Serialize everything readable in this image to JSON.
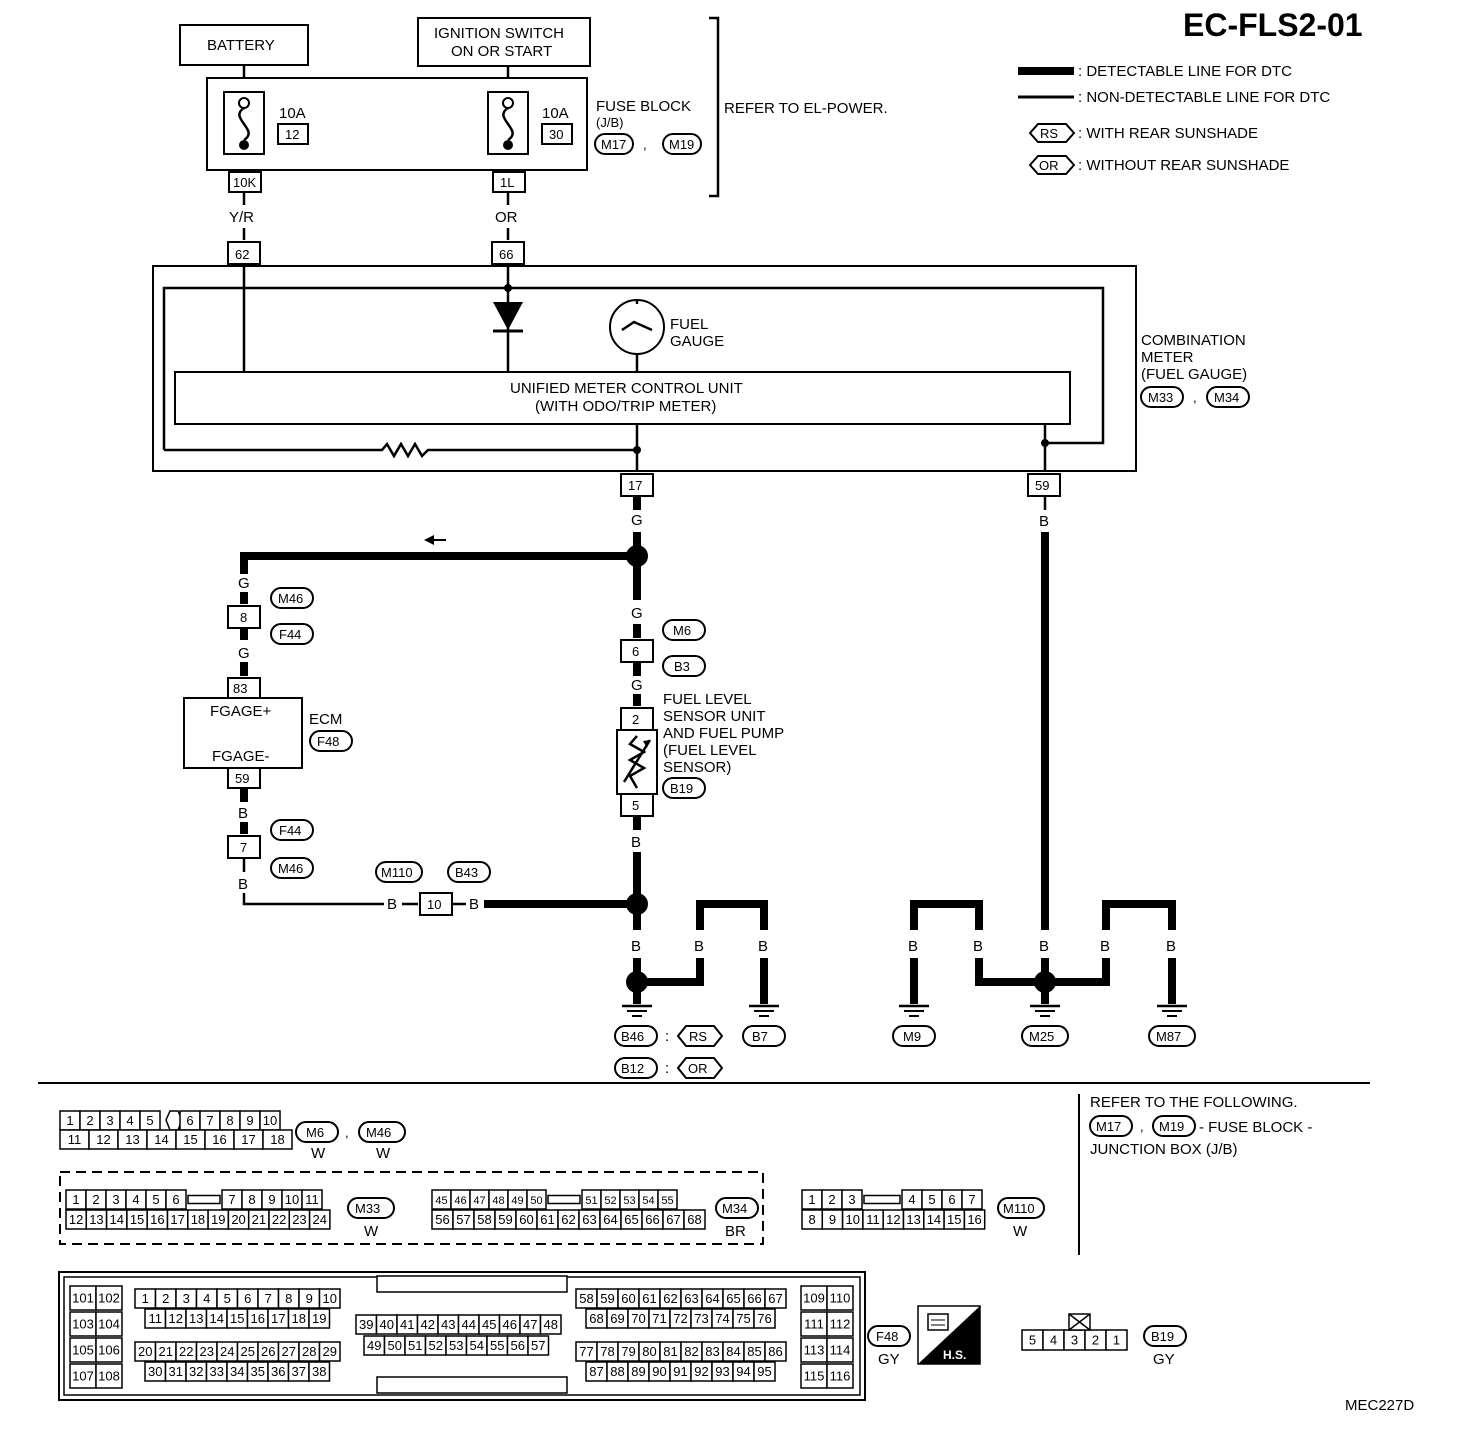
{
  "title": "EC-FLS2-01",
  "figure_id": "MEC227D",
  "legend": {
    "detectable": ": DETECTABLE LINE FOR DTC",
    "non_detectable": ": NON-DETECTABLE LINE FOR DTC",
    "rs_tag": "RS",
    "rs_text": ": WITH REAR SUNSHADE",
    "or_tag": "OR",
    "or_text": ": WITHOUT REAR SUNSHADE"
  },
  "power": {
    "battery": "BATTERY",
    "ign_line1": "IGNITION SWITCH",
    "ign_line2": "ON OR START",
    "fuse1_amp": "10A",
    "fuse1_no": "12",
    "fuse2_amp": "10A",
    "fuse2_no": "30",
    "fuse_block_l1": "FUSE BLOCK",
    "fuse_block_l2": "(J/B)",
    "fb_conn1": "M17",
    "fb_conn2": "M19",
    "refer": "REFER TO EL-POWER.",
    "fb_pin1": "10K",
    "fb_pin2": "1L",
    "wire1": "Y/R",
    "wire2": "OR"
  },
  "meter": {
    "pin_62": "62",
    "pin_66": "66",
    "gauge_l1": "FUEL",
    "gauge_l2": "GAUGE",
    "unit_l1": "UNIFIED METER CONTROL UNIT",
    "unit_l2": "(WITH ODO/TRIP METER)",
    "label_l1": "COMBINATION",
    "label_l2": "METER",
    "label_l3": "(FUEL GAUGE)",
    "conn1": "M33",
    "conn2": "M34",
    "pin_17": "17",
    "pin_59": "59"
  },
  "wires": {
    "g": "G",
    "b": "B"
  },
  "ecm": {
    "j1_top": "M46",
    "j1_pin": "8",
    "j1_bot": "F44",
    "pin_83": "83",
    "fgage_p": "FGAGE+",
    "fgage_m": "FGAGE-",
    "pin_59": "59",
    "label": "ECM",
    "conn": "F48",
    "j2_top": "F44",
    "j2_pin": "7",
    "j2_bot": "M46"
  },
  "sensor": {
    "j_top": "M6",
    "j_pin": "6",
    "j_bot": "B3",
    "pin_2": "2",
    "pin_5": "5",
    "l1": "FUEL LEVEL",
    "l2": "SENSOR UNIT",
    "l3": "AND FUEL PUMP",
    "l4": "(FUEL LEVEL",
    "l5": "SENSOR)",
    "conn": "B19"
  },
  "joint": {
    "top1": "M110",
    "top2": "B43",
    "pin": "10"
  },
  "grounds": {
    "b46": "B46",
    "b12": "B12",
    "b7": "B7",
    "m9": "M9",
    "m25": "M25",
    "m87": "M87",
    "colon": ":",
    "rs": "RS",
    "or": "OR"
  },
  "connectors": {
    "m6_row1": [
      "1",
      "2",
      "3",
      "4",
      "5",
      "",
      "6",
      "7",
      "8",
      "9",
      "10"
    ],
    "m6_row2": [
      "11",
      "12",
      "13",
      "14",
      "15",
      "16",
      "17",
      "18"
    ],
    "m6_tag1": "M6",
    "m6_tag2": "M46",
    "m6_color1": "W",
    "m6_color2": "W",
    "comma": ",",
    "m33_row1": [
      "1",
      "2",
      "3",
      "4",
      "5",
      "6",
      "",
      "7",
      "8",
      "9",
      "10",
      "11"
    ],
    "m33_row2": [
      "12",
      "13",
      "14",
      "15",
      "16",
      "17",
      "18",
      "19",
      "20",
      "21",
      "22",
      "23",
      "24"
    ],
    "m33_tag": "M33",
    "m33_color": "W",
    "m34_row1": [
      "45",
      "46",
      "47",
      "48",
      "49",
      "50",
      "",
      "51",
      "52",
      "53",
      "54",
      "55"
    ],
    "m34_row2": [
      "56",
      "57",
      "58",
      "59",
      "60",
      "61",
      "62",
      "63",
      "64",
      "65",
      "66",
      "67",
      "68"
    ],
    "m34_tag": "M34",
    "m34_color": "BR",
    "m110_row1": [
      "1",
      "2",
      "3",
      "",
      "4",
      "5",
      "6",
      "7"
    ],
    "m110_row2": [
      "8",
      "9",
      "10",
      "11",
      "12",
      "13",
      "14",
      "15",
      "16"
    ],
    "m110_tag": "M110",
    "m110_color": "W",
    "refer_l1": "REFER TO THE FOLLOWING.",
    "refer_c1": "M17",
    "refer_c2": "M19",
    "refer_l2": "- FUSE BLOCK -",
    "refer_l3": "JUNCTION BOX (J/B)",
    "f48_left_col": [
      [
        "101",
        "102"
      ],
      [
        "103",
        "104"
      ],
      [
        "105",
        "106"
      ],
      [
        "107",
        "108"
      ]
    ],
    "f48_a1": [
      "1",
      "2",
      "3",
      "4",
      "5",
      "6",
      "7",
      "8",
      "9",
      "10"
    ],
    "f48_a2": [
      "11",
      "12",
      "13",
      "14",
      "15",
      "16",
      "17",
      "18",
      "19"
    ],
    "f48_a3": [
      "20",
      "21",
      "22",
      "23",
      "24",
      "25",
      "26",
      "27",
      "28",
      "29"
    ],
    "f48_a4": [
      "30",
      "31",
      "32",
      "33",
      "34",
      "35",
      "36",
      "37",
      "38"
    ],
    "f48_b1": [
      "39",
      "40",
      "41",
      "42",
      "43",
      "44",
      "45",
      "46",
      "47",
      "48"
    ],
    "f48_b2": [
      "49",
      "50",
      "51",
      "52",
      "53",
      "54",
      "55",
      "56",
      "57"
    ],
    "f48_c1": [
      "58",
      "59",
      "60",
      "61",
      "62",
      "63",
      "64",
      "65",
      "66",
      "67"
    ],
    "f48_c2": [
      "68",
      "69",
      "70",
      "71",
      "72",
      "73",
      "74",
      "75",
      "76"
    ],
    "f48_c3": [
      "77",
      "78",
      "79",
      "80",
      "81",
      "82",
      "83",
      "84",
      "85",
      "86"
    ],
    "f48_c4": [
      "87",
      "88",
      "89",
      "90",
      "91",
      "92",
      "93",
      "94",
      "95"
    ],
    "f48_right_col": [
      [
        "109",
        "110"
      ],
      [
        "111",
        "112"
      ],
      [
        "113",
        "114"
      ],
      [
        "115",
        "116"
      ]
    ],
    "f48_tag": "F48",
    "f48_color": "GY",
    "hs": "H.S.",
    "b19_pins": [
      "5",
      "4",
      "3",
      "2",
      "1"
    ],
    "b19_tag": "B19",
    "b19_color": "GY"
  }
}
